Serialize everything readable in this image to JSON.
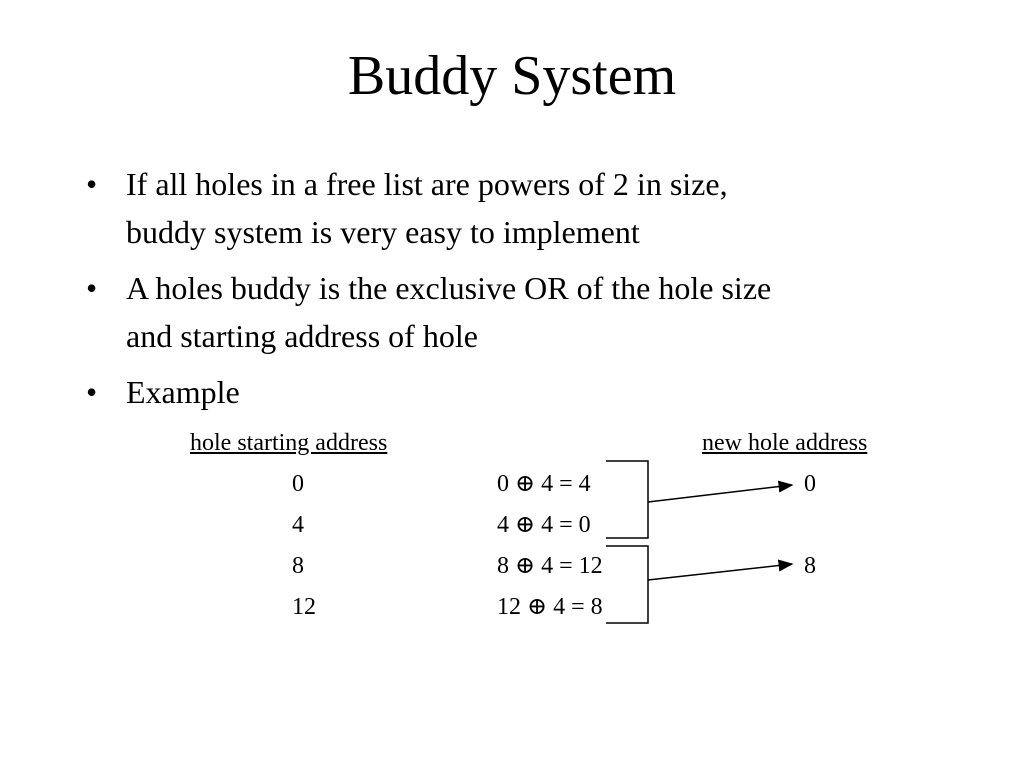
{
  "slide": {
    "title": "Buddy System",
    "bullets": [
      {
        "line1": "If all holes in a free list are powers of 2 in size,",
        "line2": "buddy system is very easy to implement"
      },
      {
        "line1": "A holes buddy is the exclusive OR of the hole size",
        "line2": "and starting address of hole"
      },
      {
        "line1": "Example",
        "line2": ""
      }
    ],
    "bullet_glyph": "•"
  },
  "example": {
    "header_start": "hole starting address",
    "header_new": "new hole address",
    "rows": [
      {
        "start": "0",
        "expr": "0 ⊕ 4 = 4",
        "new": "0"
      },
      {
        "start": "4",
        "expr": "4 ⊕ 4 = 0",
        "new": ""
      },
      {
        "start": "8",
        "expr": "8 ⊕ 4 = 12",
        "new": "8"
      },
      {
        "start": "12",
        "expr": "12 ⊕ 4 = 8",
        "new": ""
      }
    ]
  }
}
